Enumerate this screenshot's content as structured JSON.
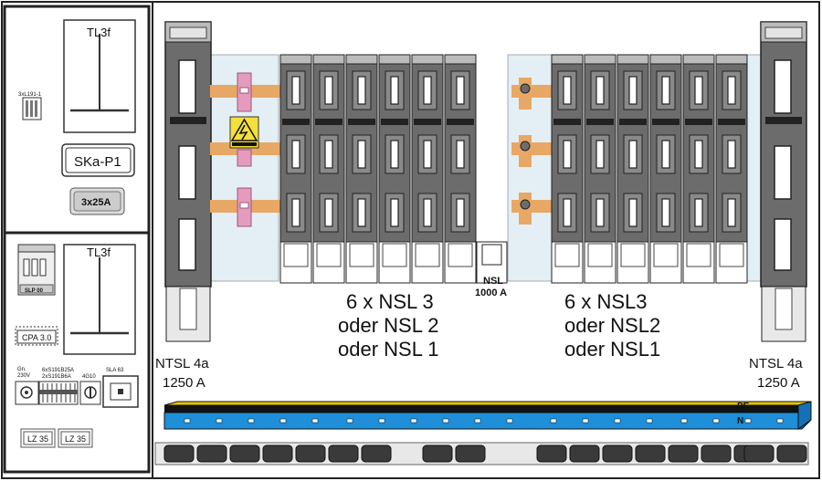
{
  "top_meter": {
    "label": "TL3f",
    "side_label": "3xL191-1",
    "ska_label": "SKa-P1",
    "fuse_label": "3x25A"
  },
  "bottom_meter": {
    "label": "TL3f",
    "slp_label": "SLP 00",
    "cpa_label": "CPA 3.0",
    "gn_label": "Gn.",
    "v_label": "230V",
    "fuse_a": "6xS191B25A",
    "fuse_b": "2xS191B6A",
    "switch_label": "4G10",
    "sla_label": "SLA 63",
    "lz_left": "LZ 35",
    "lz_right": "LZ 35"
  },
  "left_ntsl": {
    "line1": "NTSL 4a",
    "line2": "1250 A"
  },
  "right_ntsl": {
    "line1": "NTSL 4a",
    "line2": "1250 A"
  },
  "center_nsl": {
    "line1": "NSL",
    "line2": "1000 A"
  },
  "group_left": {
    "line1": "6 x NSL 3",
    "line2": "oder NSL 2",
    "line3": "oder NSL 1"
  },
  "group_right": {
    "line1": "6 x NSL3",
    "line2": "oder NSL2",
    "line3": "oder NSL1"
  },
  "busbar": {
    "pe": "PE",
    "n": "N"
  },
  "colors": {
    "copper": "#E8A865",
    "pink": "#E59BBE",
    "blue": "#1E8FD8",
    "gray": "#6C6C6C",
    "pale_blue": "#E4EFF5",
    "warning": "#F3E03B"
  }
}
